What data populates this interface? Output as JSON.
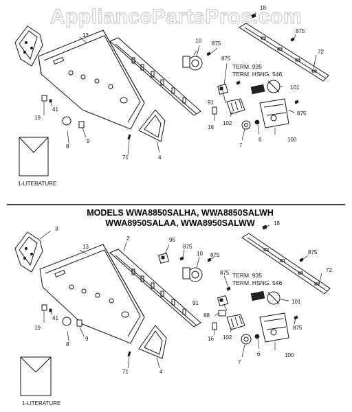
{
  "watermark": "AppliancePartsPros.com",
  "title_line1": "MODELS WWA8850SALHA, WWA8850SALWH",
  "title_line2": "WWA8950SALAA, WWA8950SALWW",
  "labels": {
    "p18": "18",
    "p875": "875",
    "p72": "72",
    "p13": "13",
    "p10": "10",
    "p91": "91",
    "p101": "101",
    "p102": "102",
    "p16": "16",
    "p7": "7",
    "p6": "6",
    "p100": "100",
    "p19": "19",
    "p41": "41",
    "p8": "8",
    "p9": "9",
    "p71": "71",
    "p4": "4",
    "p3": "3",
    "p2": "2",
    "p95": "95",
    "p88": "88",
    "term935": "TERM. 935",
    "termhsng546": "TERM. HSNG. 546",
    "literature": "1-LITERATURE"
  }
}
